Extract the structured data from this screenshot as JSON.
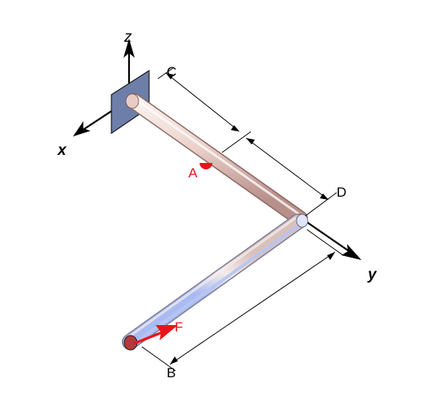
{
  "diagram": {
    "axes": {
      "z": "z",
      "x": "x",
      "y": "y"
    },
    "points": {
      "C": "C",
      "D": "D",
      "A": "A",
      "B": "B"
    },
    "force": {
      "label": "F"
    },
    "colors": {
      "accent": "#e8141b",
      "wall": "#6d7fa8",
      "rod_light": "#f2e6e4",
      "rod_warm": "#d9b0a8",
      "rod_cool": "#b8c6f0",
      "line": "#000000"
    },
    "icons": {
      "wall_support": "fixed-wall-support-icon",
      "force_arrow": "force-arrow-icon",
      "point_marker": "point-marker-icon"
    }
  }
}
